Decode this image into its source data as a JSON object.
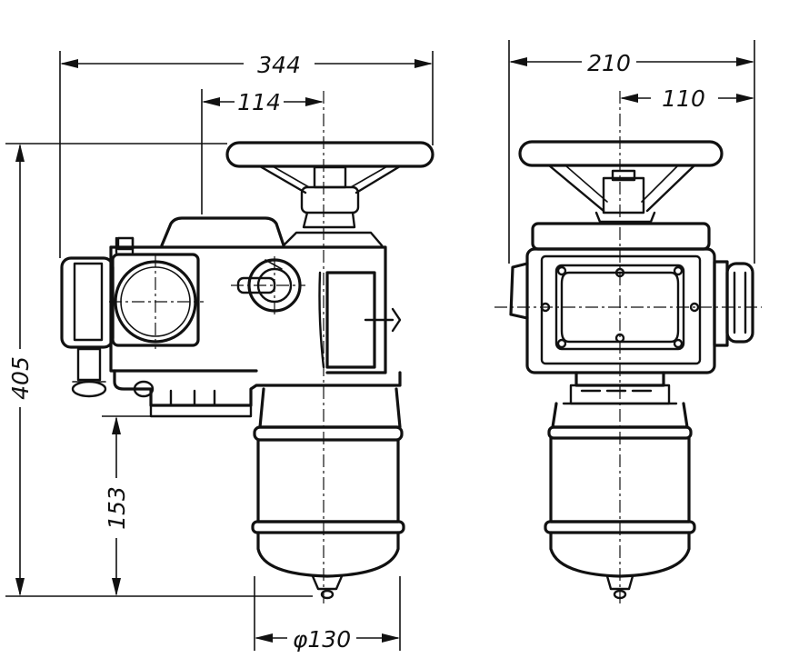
{
  "drawing": {
    "dimensions": {
      "overall_width": "344",
      "handwheel_offset": "114",
      "side_width": "210",
      "side_offset": "110",
      "total_height": "405",
      "base_height": "153",
      "motor_diameter": "φ130"
    }
  },
  "colors": {
    "ink": "#111111",
    "paper": "#ffffff"
  }
}
